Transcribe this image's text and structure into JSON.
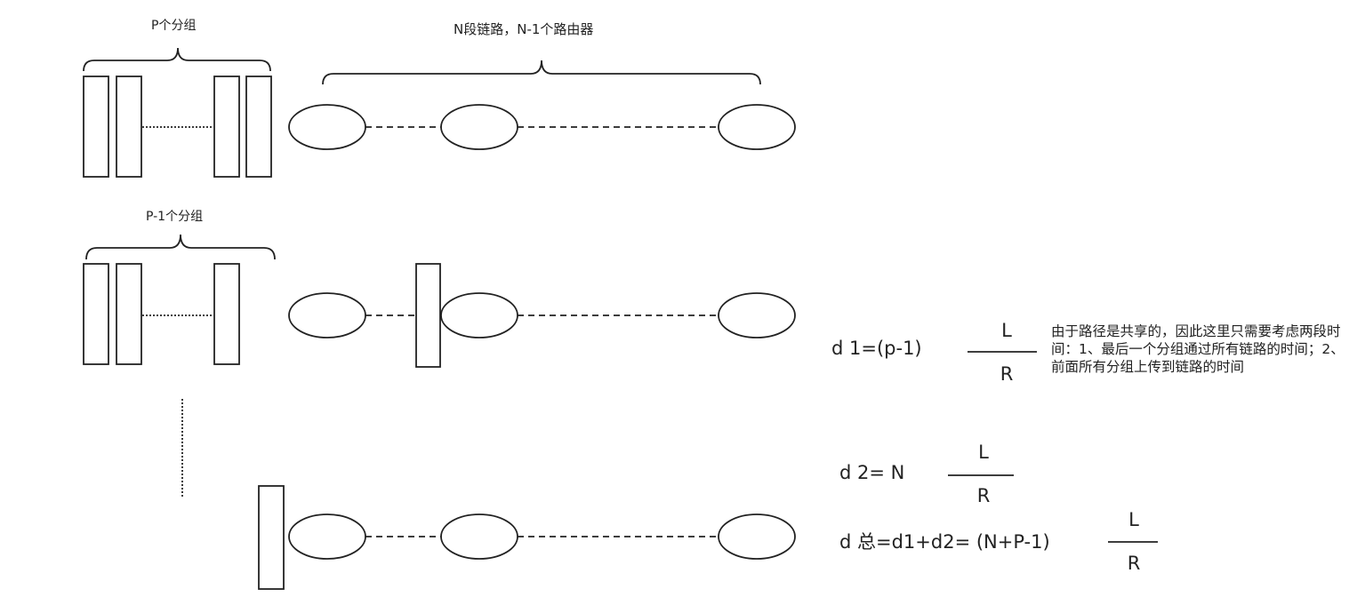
{
  "labels": {
    "p_packets": "P个分组",
    "links_routers": "N段链路，N-1个路由器",
    "p_minus_1_packets": "P-1个分组"
  },
  "formulas": {
    "d1": {
      "lhs": "d 1=(p-1)",
      "numerator": "L",
      "denominator": "R"
    },
    "d2": {
      "lhs": "d 2=  N",
      "numerator": "L",
      "denominator": "R"
    },
    "d_total": {
      "lhs": "d 总=d1+d2=  (N+P-1)",
      "numerator": "L",
      "denominator": "R"
    }
  },
  "note": "由于路径是共享的，因此这里只需要考虑两段时间：1、最后一个分组通过所有链路的时间；2、前面所有分组上传到链路的时间"
}
